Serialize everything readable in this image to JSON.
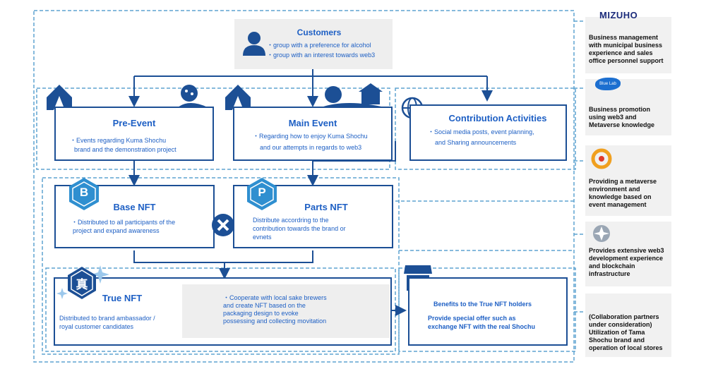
{
  "customers": {
    "title": "Customers",
    "line1": "・group with a preference for alcohol",
    "line2": "・group with an interest towards web3",
    "icon": "person-icon"
  },
  "pre_event": {
    "title": "Pre-Event",
    "line1": "・Events regarding Kuma Shochu",
    "line2": "brand and the demonstration project"
  },
  "main_event": {
    "title": "Main Event",
    "line1": "・Regarding how to enjoy Kuma Shochu",
    "line2": "and our attempts in regards to web3"
  },
  "contribution": {
    "title": "Contribution Activities",
    "line1": "・Social media posts, event planning,",
    "line2": "and Sharing announcements"
  },
  "base_nft": {
    "title": "Base NFT",
    "badge": "B",
    "line1": "・Distributed to all participants of the",
    "line2": "project and expand awareness"
  },
  "parts_nft": {
    "title": "Parts NFT",
    "badge": "P",
    "line1": "Distribute accordring to the",
    "line2": "contribution towards the brand or",
    "line3": "evnets"
  },
  "true_nft": {
    "title": "True NFT",
    "badge": "真",
    "line1": "Distributed to brand ambassador /",
    "line2": "royal customer candidates",
    "note1": "・Cooperate with local sake brewers",
    "note2": "and create NFT based on the",
    "note3": "packaging design to evoke",
    "note4": "possessing and collecting movitation"
  },
  "benefits": {
    "line1": "Benefits to the True NFT holders",
    "line2": "Provide special offer such as",
    "line3": "exchange NFT with the real Shochu"
  },
  "partners": [
    {
      "logo": "MIZUHO",
      "text": "Business management with municipal business experience and sales office personnel support"
    },
    {
      "logo": "Blue Lab",
      "text": "Business promotion using web3 and Metaverse knowledge"
    },
    {
      "logo": "",
      "text": "Providing a metaverse environment and knowledge based on event management"
    },
    {
      "logo": "",
      "text": "Provides extensive web3 development experience and blockchain infrastructure"
    },
    {
      "logo": "",
      "text": "(Collaboration partners under consideration) Utilization of Tama Shochu brand and operation of local stores"
    }
  ],
  "colors": {
    "dark_blue": "#1c4f95",
    "text_blue": "#1d5fc4",
    "dashed": "#5fa3d0",
    "badge": "#2f8fd0"
  }
}
